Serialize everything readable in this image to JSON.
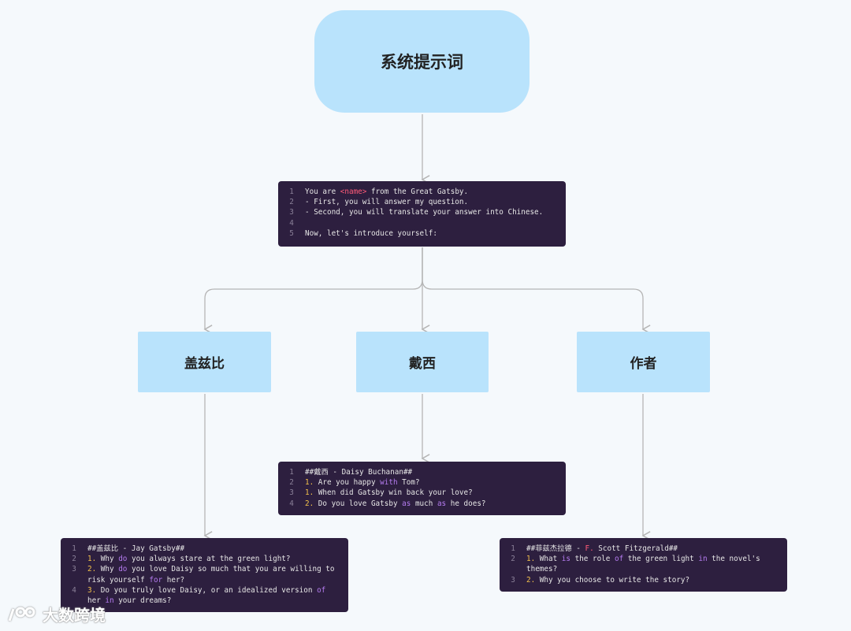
{
  "root": {
    "label": "系统提示词"
  },
  "system_prompt": {
    "lines": [
      {
        "n": "1",
        "parts": [
          {
            "t": "You are "
          },
          {
            "t": "<name>",
            "c": "kw-red"
          },
          {
            "t": " from the Great Gatsby."
          }
        ]
      },
      {
        "n": "2",
        "parts": [
          {
            "t": "- First, you will answer my question."
          }
        ]
      },
      {
        "n": "3",
        "parts": [
          {
            "t": "- Second, you will translate your answer into Chinese."
          }
        ]
      },
      {
        "n": "4",
        "parts": [
          {
            "t": ""
          }
        ]
      },
      {
        "n": "5",
        "parts": [
          {
            "t": "Now, let's introduce yourself:"
          }
        ]
      }
    ]
  },
  "characters": [
    {
      "label": "盖兹比",
      "lines": [
        {
          "n": "1",
          "parts": [
            {
              "t": "##盖兹比 - Jay Gatsby##"
            }
          ]
        },
        {
          "n": "2",
          "parts": [
            {
              "t": "1. ",
              "c": "kw-yellow"
            },
            {
              "t": "Why "
            },
            {
              "t": "do",
              "c": "kw-purple"
            },
            {
              "t": " you always stare at the green light?"
            }
          ]
        },
        {
          "n": "3",
          "parts": [
            {
              "t": "2. ",
              "c": "kw-yellow"
            },
            {
              "t": "Why "
            },
            {
              "t": "do",
              "c": "kw-purple"
            },
            {
              "t": " you love Daisy so much that you are willing to risk yourself "
            },
            {
              "t": "for",
              "c": "kw-purple"
            },
            {
              "t": " her?"
            }
          ]
        },
        {
          "n": "4",
          "parts": [
            {
              "t": "3. ",
              "c": "kw-yellow"
            },
            {
              "t": "Do you truly love Daisy, or an idealized version "
            },
            {
              "t": "of",
              "c": "kw-purple"
            },
            {
              "t": " her "
            },
            {
              "t": "in",
              "c": "kw-purple"
            },
            {
              "t": " your dreams?"
            }
          ]
        }
      ]
    },
    {
      "label": "戴西",
      "lines": [
        {
          "n": "1",
          "parts": [
            {
              "t": "##戴西 - Daisy Buchanan##"
            }
          ]
        },
        {
          "n": "2",
          "parts": [
            {
              "t": "1. ",
              "c": "kw-yellow"
            },
            {
              "t": "Are you happy "
            },
            {
              "t": "with",
              "c": "kw-purple"
            },
            {
              "t": " Tom?"
            }
          ]
        },
        {
          "n": "3",
          "parts": [
            {
              "t": "1. ",
              "c": "kw-yellow"
            },
            {
              "t": "When did Gatsby win back your love?"
            }
          ]
        },
        {
          "n": "4",
          "parts": [
            {
              "t": "2. ",
              "c": "kw-yellow"
            },
            {
              "t": "Do you love Gatsby "
            },
            {
              "t": "as",
              "c": "kw-purple"
            },
            {
              "t": " much "
            },
            {
              "t": "as",
              "c": "kw-purple"
            },
            {
              "t": " he does?"
            }
          ]
        }
      ]
    },
    {
      "label": "作者",
      "lines": [
        {
          "n": "1",
          "parts": [
            {
              "t": "##菲兹杰拉德 - "
            },
            {
              "t": "F.",
              "c": "kw-red"
            },
            {
              "t": " Scott Fitzgerald##"
            }
          ]
        },
        {
          "n": "2",
          "parts": [
            {
              "t": "1. ",
              "c": "kw-yellow"
            },
            {
              "t": "What "
            },
            {
              "t": "is",
              "c": "kw-purple"
            },
            {
              "t": " the role "
            },
            {
              "t": "of",
              "c": "kw-purple"
            },
            {
              "t": " the green light "
            },
            {
              "t": "in",
              "c": "kw-purple"
            },
            {
              "t": " the novel's themes?"
            }
          ]
        },
        {
          "n": "3",
          "parts": [
            {
              "t": "2. ",
              "c": "kw-yellow"
            },
            {
              "t": "Why you choose to write the story?"
            }
          ]
        }
      ]
    }
  ],
  "watermark": {
    "text": "大数跨境"
  },
  "colors": {
    "node_fill": "#b9e3fc",
    "code_bg": "#2d1f3f",
    "connector": "#b5b5b5",
    "keyword_red": "#ff5a78",
    "keyword_yellow": "#f3c14b",
    "keyword_purple": "#b57cf0"
  }
}
